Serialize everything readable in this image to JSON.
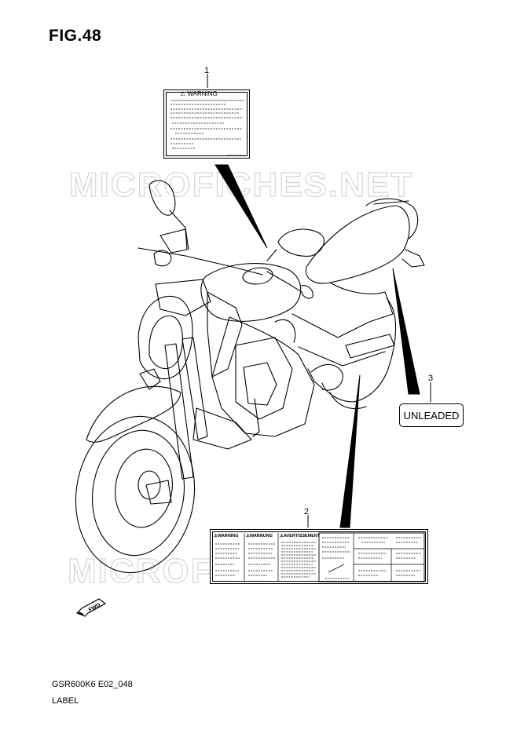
{
  "figure": {
    "title": "FIG.48"
  },
  "watermark": {
    "text": "MICROFICHES.NET"
  },
  "callouts": [
    {
      "number": "1"
    },
    {
      "number": "2"
    },
    {
      "number": "3"
    }
  ],
  "labels": {
    "warning_label_header": "WARNING",
    "multi_label_headers": [
      "WARNING",
      "WARNUNG",
      "AVERTISSEMENT"
    ],
    "unleaded_text": "UNLEADED"
  },
  "fwd_badge": {
    "text": "FWD"
  },
  "footer": {
    "code": "GSR600K6 E02_048",
    "name": "LABEL"
  },
  "colors": {
    "line": "#000000",
    "watermark": "#d4d4d4",
    "background": "#ffffff"
  }
}
